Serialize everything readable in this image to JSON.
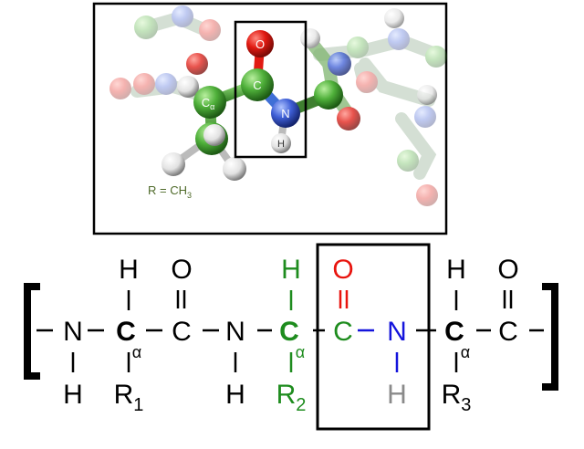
{
  "model_panel": {
    "atoms": {
      "oxygen": "O",
      "carbon": "C",
      "alpha_carbon": "C",
      "alpha_subscript": "α",
      "nitrogen": "N",
      "hydrogen": "H"
    },
    "side_chain": {
      "prefix": "R = CH",
      "subscript": "3"
    }
  },
  "formula": {
    "bracket_left": "[",
    "bracket_right": "]",
    "residues": [
      {
        "n": "N",
        "n_h": "H",
        "ca": "C",
        "ca_h": "H",
        "alpha": "α",
        "r": "R",
        "r_sub": "1",
        "c": "C",
        "o": "O"
      },
      {
        "n": "N",
        "n_h": "H",
        "ca": "C",
        "ca_h": "H",
        "alpha": "α",
        "r": "R",
        "r_sub": "2",
        "c": "C",
        "o": "O"
      },
      {
        "n": "N",
        "n_h": "H",
        "ca": "C",
        "ca_h": "H",
        "alpha": "α",
        "r": "R",
        "r_sub": "3",
        "c": "C",
        "o": "O"
      }
    ]
  },
  "colors": {
    "black": "#000000",
    "green": "#1e8c1e",
    "red": "#e8140e",
    "blue": "#1414dc",
    "gray": "#8a8a8a",
    "side_chain_label": "#4f6a2a"
  }
}
